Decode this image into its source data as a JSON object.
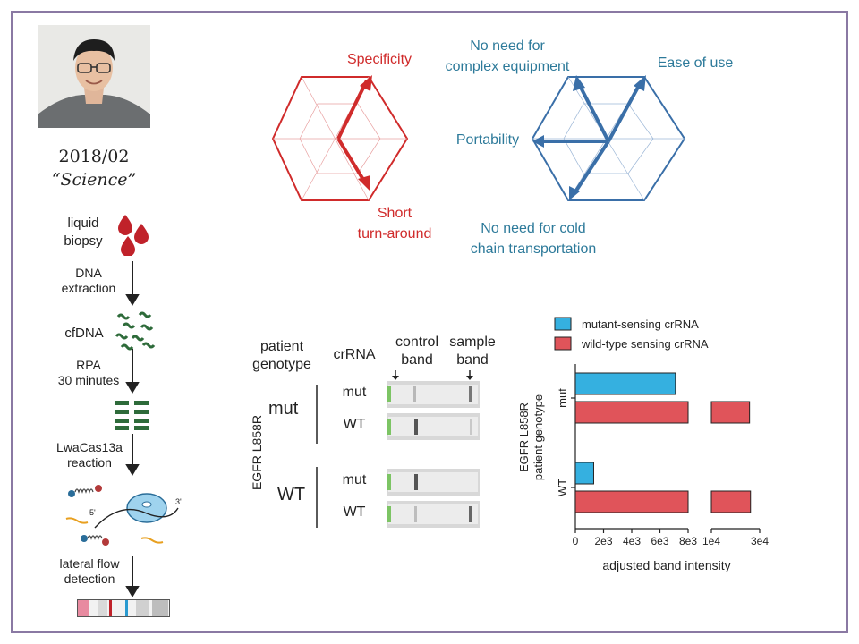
{
  "header": {
    "date": "2018/02",
    "journal": "“Science”"
  },
  "workflow": {
    "steps": {
      "sample": "liquid\nbiopsy",
      "extraction": "DNA\nextraction",
      "cfdna": "cfDNA",
      "rpa": "RPA\n30 minutes",
      "cas": "LwaCas13a\nreaction",
      "flow": "lateral flow\ndetection"
    },
    "five_prime": "5'",
    "three_prime": "3'"
  },
  "radar_left": {
    "color": "#d02b2b",
    "labels": {
      "specificity": "Specificity",
      "turnaround": "Short\nturn-around"
    }
  },
  "radar_right": {
    "color": "#3a6fa8",
    "labels": {
      "equipment": "No need for\ncomplex equipment",
      "ease": "Ease of use",
      "portability": "Portability",
      "cold_chain": "No need for cold\nchain transportation"
    }
  },
  "gel": {
    "col_patient": "patient\ngenotype",
    "col_crrna": "crRNA",
    "col_control": "control\nband",
    "col_sample": "sample\nband",
    "gene": "EGFR L858R",
    "groups": [
      {
        "genotype": "mut",
        "rows": [
          "mut",
          "WT"
        ]
      },
      {
        "genotype": "WT",
        "rows": [
          "mut",
          "WT"
        ]
      }
    ]
  },
  "chart_data": {
    "type": "bar",
    "orientation": "horizontal",
    "categories": [
      "mut",
      "WT"
    ],
    "series": [
      {
        "name": "mutant-sensing crRNA",
        "color": "#35b0e0",
        "values": [
          7100,
          1300
        ]
      },
      {
        "name": "wild-type sensing crRNA",
        "color": "#e0545a",
        "values": [
          25800,
          26200
        ]
      }
    ],
    "xlabel": "adjusted band intensity",
    "ylabel": "EGFR L858R\npatient genotype",
    "xticks": [
      "0",
      "2e3",
      "4e3",
      "6e3",
      "8e3",
      "1e4",
      "3e4"
    ],
    "axis_break": [
      8000,
      10000
    ],
    "xlim": [
      0,
      30000
    ],
    "legend_position": "top"
  }
}
